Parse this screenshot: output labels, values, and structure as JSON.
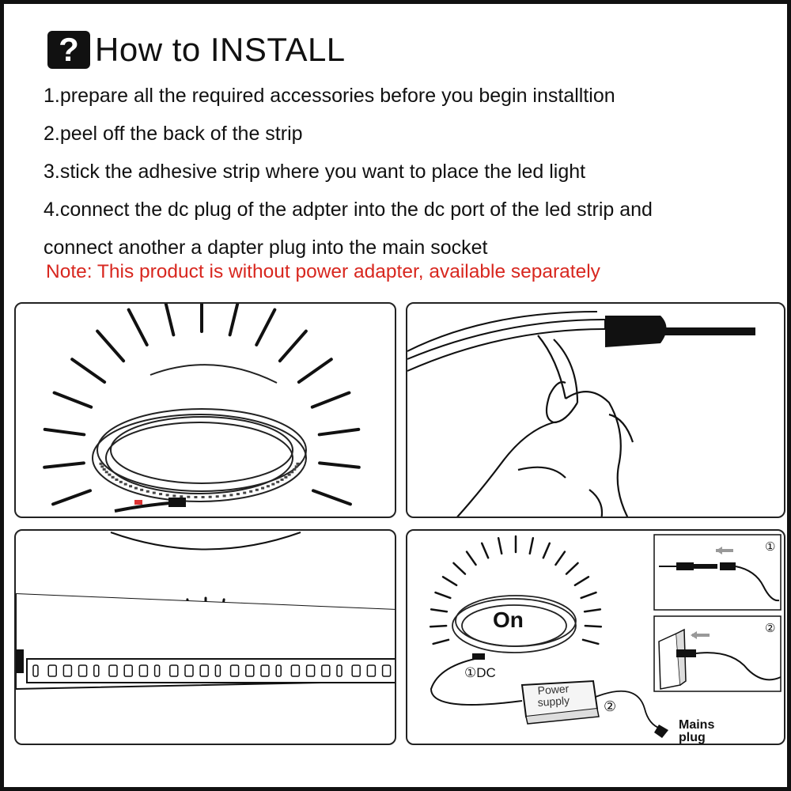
{
  "header": {
    "icon": "question-mark-icon",
    "icon_glyph": "?",
    "title": "How to INSTALL"
  },
  "steps": [
    "1.prepare all the required accessories before you begin installtion",
    "2.peel off the back of the strip",
    "3.stick the adhesive strip where you want to place the led light",
    "4.connect the dc plug of the adpter into the dc port of the led strip and",
    "connect another a dapter plug into the main socket"
  ],
  "note": "Note: This product is without power adapter, available separately",
  "colors": {
    "note": "#d8271f",
    "ink": "#111111",
    "border": "#222222"
  },
  "panels": {
    "wiring": {
      "on_label": "On",
      "dc_label": "①DC",
      "power_supply_line1": "Power",
      "power_supply_line2": "supply",
      "step2_marker": "②",
      "mains_line1": "Mains",
      "mains_line2": "plug",
      "inset1_marker": "①",
      "inset2_marker": "②"
    }
  }
}
